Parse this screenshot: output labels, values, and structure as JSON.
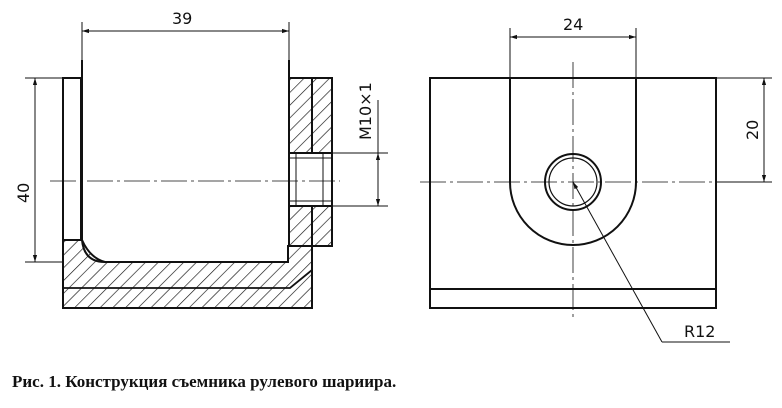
{
  "dimensions": {
    "left_width": "39",
    "left_height": "40",
    "thread": "M10×1",
    "right_width": "24",
    "right_height": "20",
    "radius": "R12"
  },
  "caption": "Рис. 1. Конструкция съемника рулевого шариира."
}
